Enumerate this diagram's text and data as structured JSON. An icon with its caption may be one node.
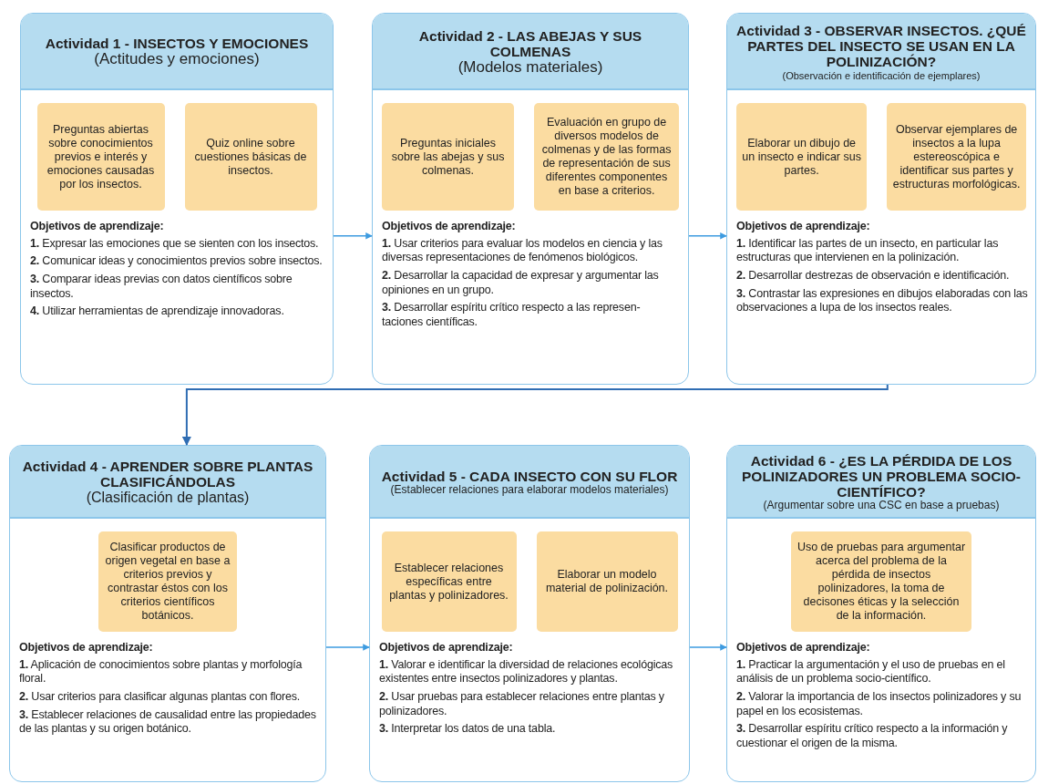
{
  "diagram": {
    "nodes": [
      {
        "text": [
          "Actividad 1 - INSECTOS Y EMOCIONES",
          "(Actitudes y emociones)",
          "Objetivos de aprendizaje:",
          "**1.** Expresar las emociones que se sienten con los insectos.",
          "**2.** Comunicar ideas y conocimientos previos sobre insectos.",
          "**3.** Comparar ideas previas con datos científicos sobre insectos.",
          "**4.** Utilizar herramientas de aprendizaje innovadoras."
        ]
      },
      {
        "text": [
          "Preguntas abiertas sobre conocimientos previos e interés y emociones causadas por los insectos."
        ],
        "in": 0
      },
      {
        "text": [
          "Quiz online sobre cuestiones básicas de insectos."
        ],
        "in": 0
      },
      {
        "text": [
          "Actividad 2 - LAS ABEJAS Y SUS COLMENAS",
          "(Modelos materiales)",
          "Objetivos de aprendizaje:",
          "**1.** Usar criterios para evaluar los modelos en ciencia y las diversas representaciones de fenómenos biológicos.",
          "**2.** Desarrollar la capacidad de expresar y argumentar las opiniones en un grupo.",
          "**3.** Desarrollar espíritu crítico respecto a las represen-taciones científicas."
        ]
      },
      {
        "text": [
          "Preguntas iniciales sobre las abejas y sus colmenas."
        ],
        "in": 3
      },
      {
        "text": [
          "Evaluación en grupo de diversos modelos de colmenas y de las formas de representación de sus diferentes componentes en base a criterios."
        ],
        "in": 3
      },
      {
        "text": [
          "Actividad 3 - OBSERVAR INSECTOS. ¿QUÉ PARTES DEL INSECTO SE USAN EN LA POLINIZACIÓN?",
          "(Observación e identificación de ejemplares)",
          "Objetivos de aprendizaje:",
          "**1.** Identificar las partes de un insecto, en particular las estructuras que intervienen en la polinización.",
          "**2.** Desarrollar destrezas de observación e identificación.",
          "**3.** Contrastar las expresiones en dibujos elaboradas con las observaciones a lupa de los insectos reales."
        ]
      },
      {
        "text": [
          "Elaborar un dibujo de un insecto e indicar sus partes."
        ],
        "in": 6
      },
      {
        "text": [
          "Observar ejemplares de insectos a la lupa estereoscópica e identificar sus partes y estructuras morfológicas."
        ],
        "in": 6
      },
      {
        "text": [
          "Actividad 4 - APRENDER SOBRE PLANTAS CLASIFICÁNDOLAS",
          "(Clasificación de plantas)",
          "Objetivos de aprendizaje:",
          "**1.** Aplicación de conocimientos sobre plantas y morfología floral.",
          "**2.** Usar criterios para clasificar algunas plantas con flores.",
          "**3.** Establecer relaciones de causalidad entre las propiedades de las plantas y su origen botánico."
        ]
      },
      {
        "text": [
          "Clasificar productos de origen vegetal en base a criterios previos y contrastar éstos con los criterios científicos botánicos."
        ],
        "in": 9
      },
      {
        "text": [
          "Actividad 5 - CADA INSECTO CON SU FLOR",
          "(Establecer relaciones para elaborar modelos materiales)",
          "Objetivos de aprendizaje:",
          "**1.** Valorar e identificar la diversidad de relaciones ecológicas existentes entre insectos polinizadores y plantas.",
          "**2.** Usar pruebas para establecer relaciones entre plantas y polinizadores.",
          "**3.** Interpretar los datos de una tabla."
        ]
      },
      {
        "text": [
          "Establecer relaciones específicas entre plantas y polinizadores."
        ],
        "in": 11
      },
      {
        "text": [
          "Elaborar un modelo material de polinización."
        ],
        "in": 11
      },
      {
        "text": [
          "Actividad 6 - ¿ES LA PÉRDIDA DE LOS POLINIZADORES UN PROBLEMA SOCIO-CIENTÍFICO?",
          "(Argumentar sobre una CSC en base a pruebas)",
          "Objetivos de aprendizaje:",
          "**1.** Practicar la argumentación y el uso de pruebas en el análisis de un problema socio-científico.",
          "**2.** Valorar la importancia de los insectos polinizadores y su papel en los ecosistemas.",
          "**3.** Desarrollar espíritu crítico respecto a la información y cuestionar el origen de la misma."
        ]
      },
      {
        "text": [
          "Uso de pruebas para argumentar acerca del problema de la pérdida de insectos polinizadores, la toma de decisones éticas y la selección de la información."
        ],
        "in": 14
      }
    ],
    "edges": [
      {
        "from": 0,
        "to": 3,
        "arrow": "to"
      },
      {
        "from": 3,
        "to": 6,
        "arrow": "to"
      },
      {
        "from": 6,
        "to": 9,
        "arrow": "to",
        "color": "#2f6db3"
      },
      {
        "from": 9,
        "to": 11,
        "arrow": "to"
      },
      {
        "from": 11,
        "to": 14,
        "arrow": "to"
      }
    ]
  }
}
